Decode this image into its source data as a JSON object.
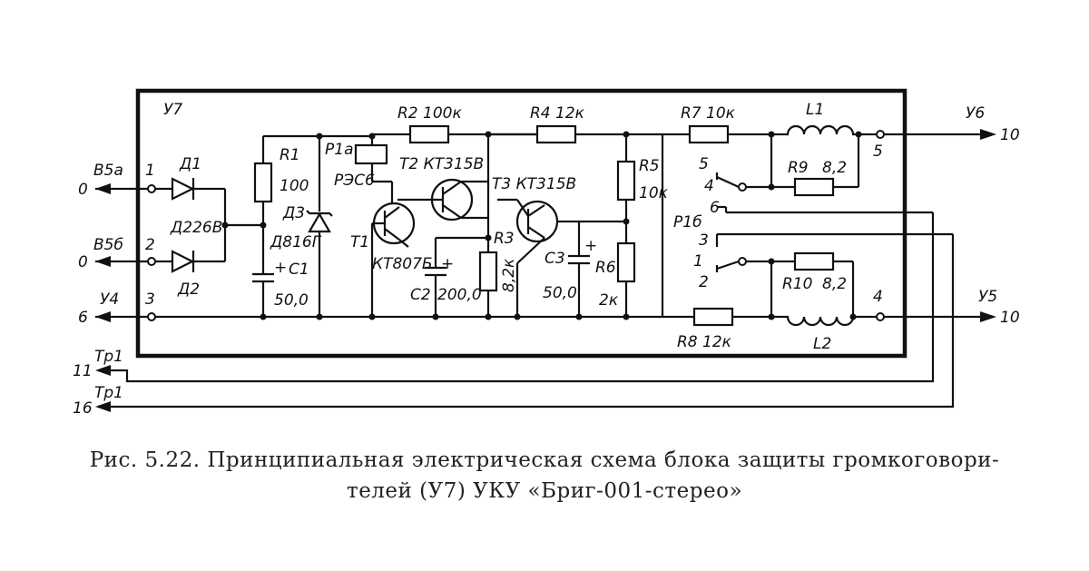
{
  "labels": {
    "block": "У7",
    "in1": "В5а",
    "in1_pin": "1",
    "in1_gnd": "0",
    "in2": "В5б",
    "in2_pin": "2",
    "in2_gnd": "0",
    "in3": "У4",
    "in3_pin": "3",
    "in3_val": "6",
    "d1": "Д1",
    "d2": "Д2",
    "dtype": "Д226В",
    "r1": "R1",
    "r1_val": "100",
    "d3": "Д3",
    "d3_type": "Д816Г",
    "c1": "С1",
    "c1_val": "50,0",
    "p1a": "Р1а",
    "relay": "РЭС6",
    "r2": "R2 100к",
    "t2": "Т2 КТ315В",
    "t1": "Т1",
    "t1_type": "КТ807Б",
    "c2": "С2",
    "c2_val": "200,0",
    "r3": "R3",
    "r3_val": "8,2к",
    "t3": "Т3 КТ315В",
    "r4": "R4 12к",
    "r5": "R5",
    "r5_val": "10к",
    "c3": "С3",
    "c3_val": "50,0",
    "r6": "R6",
    "r6_val": "2к",
    "r7": "R7 10к",
    "l1": "L1",
    "r9": "R9",
    "r9_val": "8,2",
    "sw_5": "5",
    "sw_4": "4",
    "sw_6": "6",
    "p1b": "Р1б",
    "sw_3": "3",
    "sw_1": "1",
    "sw_2": "2",
    "r10": "R10",
    "r10_val": "8,2",
    "r8": "R8 12к",
    "l2": "L2",
    "out5_pin": "5",
    "out5": "У6",
    "out5_val": "10",
    "out4_pin": "4",
    "out4": "У5",
    "out4_val": "10",
    "tr1a": "Тр1",
    "tr1a_val": "11",
    "tr1b": "Тр1",
    "tr1b_val": "16",
    "plus": "+"
  },
  "caption": {
    "line1": "Рис. 5.22. Принципиальная электрическая схема блока защиты громкоговори-",
    "line2": "телей (У7) УКУ «Бриг-001-стерео»"
  }
}
